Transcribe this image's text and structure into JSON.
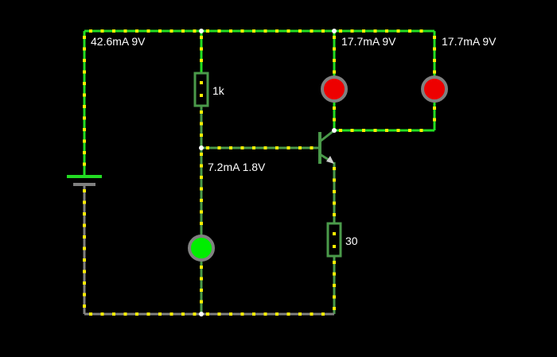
{
  "colors": {
    "background": "#000000",
    "wire_live": "#22dd22",
    "wire_mid": "#4a9a4a",
    "wire_ground": "#808080",
    "current_dot": "#ffee00",
    "node": "#ffffff",
    "led_off": "#ee0000",
    "led_on": "#00ee00",
    "led_ring": "#808080",
    "component": "#4a9a4a",
    "label": "#ffffff"
  },
  "labels": {
    "battery_reading": "42.6mA 9V",
    "led1_reading": "17.7mA 9V",
    "led2_reading": "17.7mA 9V",
    "base_reading": "7.2mA 1.8V",
    "resistor_base": "1k",
    "resistor_emitter": "30"
  },
  "leds": {
    "indicator_1": "red",
    "indicator_2": "red",
    "base_led": "green"
  }
}
